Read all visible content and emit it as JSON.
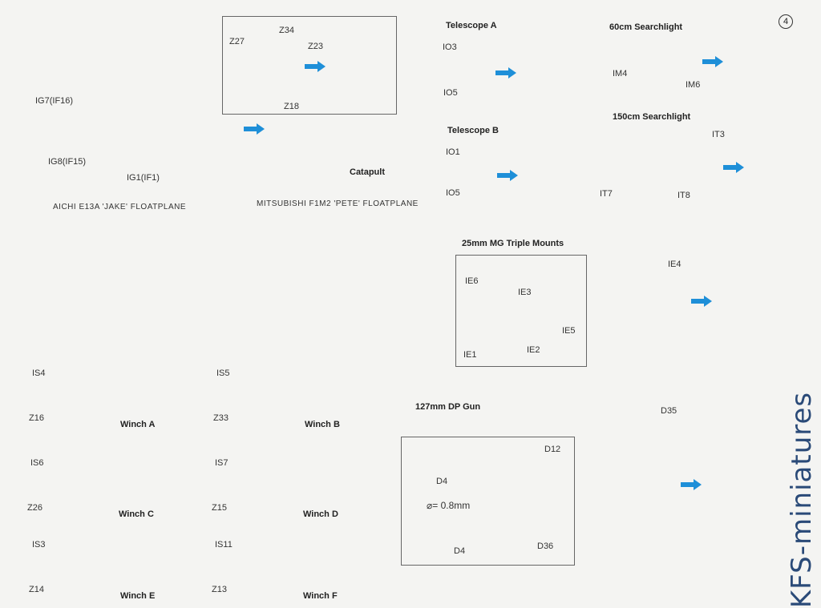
{
  "page_number": "4",
  "catapult": {
    "labels": {
      "ig7": "IG7(IF16)",
      "ig8": "IG8(IF15)",
      "ig1": "IG1(IF1)",
      "z27": "Z27",
      "z34": "Z34",
      "z23": "Z23",
      "z18": "Z18"
    },
    "title": "Catapult"
  },
  "floatplanes": {
    "jake": "AICHI E13A  'JAKE'  FLOATPLANE",
    "pete": "MITSUBISHI F1M2  'PETE'  FLOATPLANE"
  },
  "telescope_a": {
    "title": "Telescope A",
    "part1": "IO3",
    "part2": "IO5"
  },
  "telescope_b": {
    "title": "Telescope B",
    "part1": "IO1",
    "part2": "IO5"
  },
  "searchlight_60": {
    "title": "60cm Searchlight",
    "part1": "IM4",
    "part2": "IM6"
  },
  "searchlight_150": {
    "title": "150cm Searchlight",
    "part1": "IT3",
    "part2": "IT7",
    "part3": "IT8"
  },
  "mg_mounts": {
    "title": "25mm MG Triple Mounts",
    "ie6": "IE6",
    "ie3": "IE3",
    "ie5": "IE5",
    "ie1": "IE1",
    "ie2": "IE2",
    "ie4": "IE4"
  },
  "dp_gun": {
    "title": "127mm DP Gun",
    "d35": "D35",
    "d12": "D12",
    "d4a": "D4",
    "d4b": "D4",
    "d36": "D36",
    "drill": "⌀= 0.8mm"
  },
  "winches": [
    {
      "drum": "IS4",
      "base": "Z16",
      "name": "Winch A"
    },
    {
      "drum": "IS5",
      "base": "Z33",
      "name": "Winch B"
    },
    {
      "drum": "IS6",
      "base": "Z26",
      "name": "Winch C"
    },
    {
      "drum": "IS7",
      "base": "Z15",
      "name": "Winch D"
    },
    {
      "drum": "IS3",
      "base": "Z14",
      "name": "Winch E"
    },
    {
      "drum": "IS11",
      "base": "Z13",
      "name": "Winch F"
    }
  ],
  "watermark": "KFS-miniatures",
  "colors": {
    "arrow": "#1e8fd8",
    "line": "#2a9ad6",
    "part": "#dcdcdc",
    "part_stroke": "#555",
    "watermark": "#2a4a78"
  }
}
